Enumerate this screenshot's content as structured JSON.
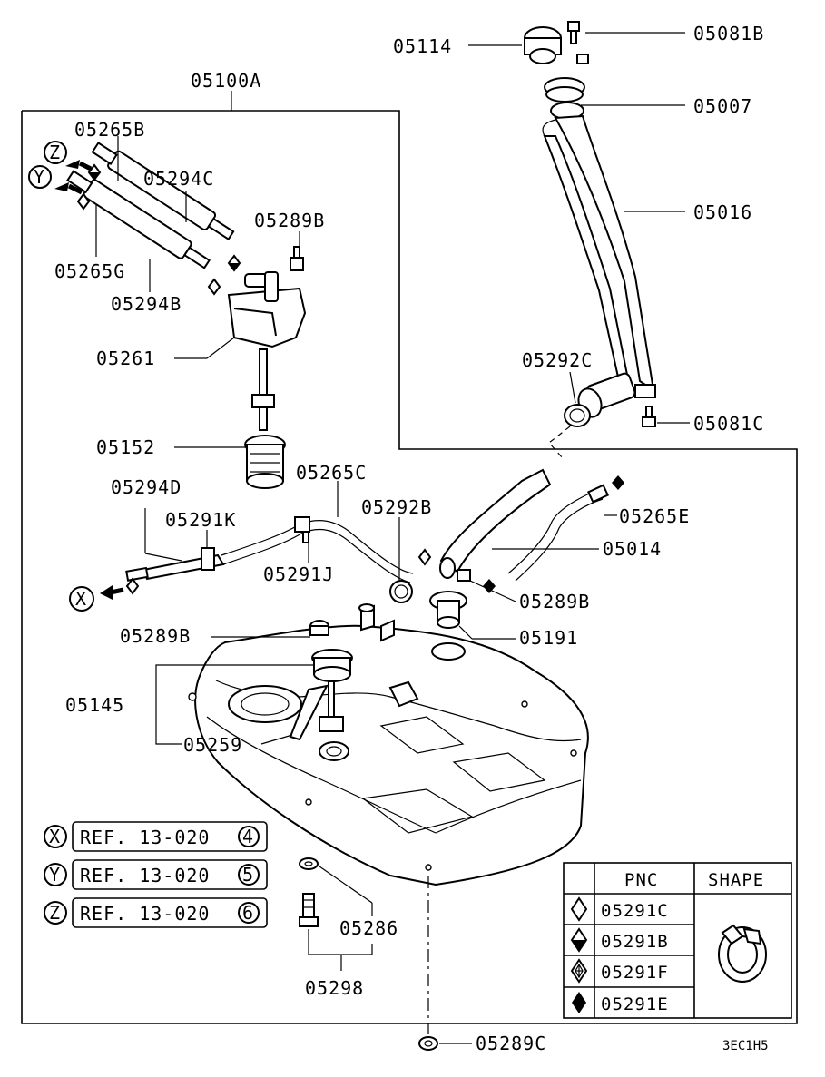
{
  "diagram": {
    "labels": {
      "p05114": "05114",
      "p05081B": "05081B",
      "p05100A": "05100A",
      "p05007": "05007",
      "p05265B": "05265B",
      "p05294C": "05294C",
      "p05016": "05016",
      "p05289B_top": "05289B",
      "p05265G": "05265G",
      "p05294B": "05294B",
      "p05261": "05261",
      "p05292C": "05292C",
      "p05081C": "05081C",
      "p05152": "05152",
      "p05265C": "05265C",
      "p05294D": "05294D",
      "p05292B": "05292B",
      "p05291K": "05291K",
      "p05265E": "05265E",
      "p05014": "05014",
      "p05291J": "05291J",
      "p05289B_mid": "05289B",
      "p05289B_left": "05289B",
      "p05191": "05191",
      "p05145": "05145",
      "p05259": "05259",
      "p05286": "05286",
      "p05298": "05298",
      "p05289C": "05289C",
      "code": "3EC1H5"
    },
    "refs": [
      {
        "letter": "X",
        "text": "REF. 13-020",
        "num": "4"
      },
      {
        "letter": "Y",
        "text": "REF. 13-020",
        "num": "5"
      },
      {
        "letter": "Z",
        "text": "REF. 13-020",
        "num": "6"
      }
    ],
    "markers": {
      "x": "X",
      "y": "Y",
      "z": "Z"
    },
    "legend": {
      "header_pnc": "PNC",
      "header_shape": "SHAPE",
      "rows": [
        {
          "pnc": "05291C",
          "symbol": "diamond-outline"
        },
        {
          "pnc": "05291B",
          "symbol": "diamond-half"
        },
        {
          "pnc": "05291F",
          "symbol": "diamond-cross"
        },
        {
          "pnc": "05291E",
          "symbol": "diamond-solid"
        }
      ]
    }
  }
}
